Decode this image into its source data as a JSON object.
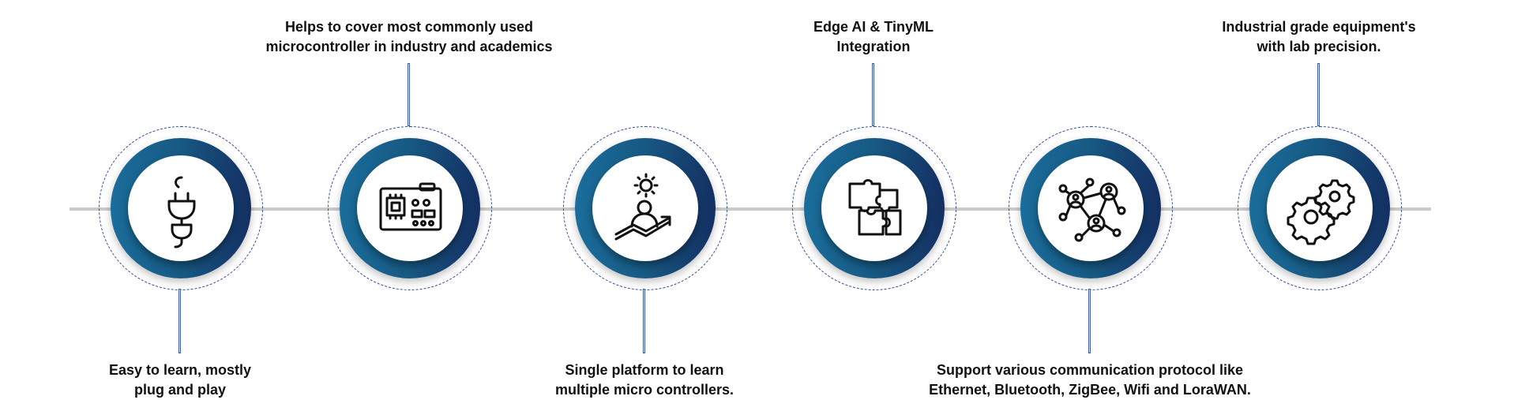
{
  "steps": [
    {
      "icon": "plug-icon",
      "label_line1": "Easy to learn, mostly",
      "label_line2": "plug and play"
    },
    {
      "icon": "circuit-board-icon",
      "label_line1": "Helps to cover most commonly used",
      "label_line2": "microcontroller in industry and academics"
    },
    {
      "icon": "person-growth-icon",
      "label_line1": "Single platform to learn",
      "label_line2": "multiple micro controllers."
    },
    {
      "icon": "puzzle-icon",
      "label_line1": "Edge AI & TinyML",
      "label_line2": "Integration"
    },
    {
      "icon": "network-people-icon",
      "label_line1": "Support various communication protocol like",
      "label_line2": "Ethernet, Bluetooth, ZigBee, Wifi and LoraWAN."
    },
    {
      "icon": "gears-icon",
      "label_line1": "Industrial grade equipment's",
      "label_line2": "with lab precision."
    }
  ],
  "colors": {
    "ring_start": "#1a6d9b",
    "ring_end": "#142f62",
    "line": "#c9c9c9",
    "dash": "#2f4aa0"
  }
}
